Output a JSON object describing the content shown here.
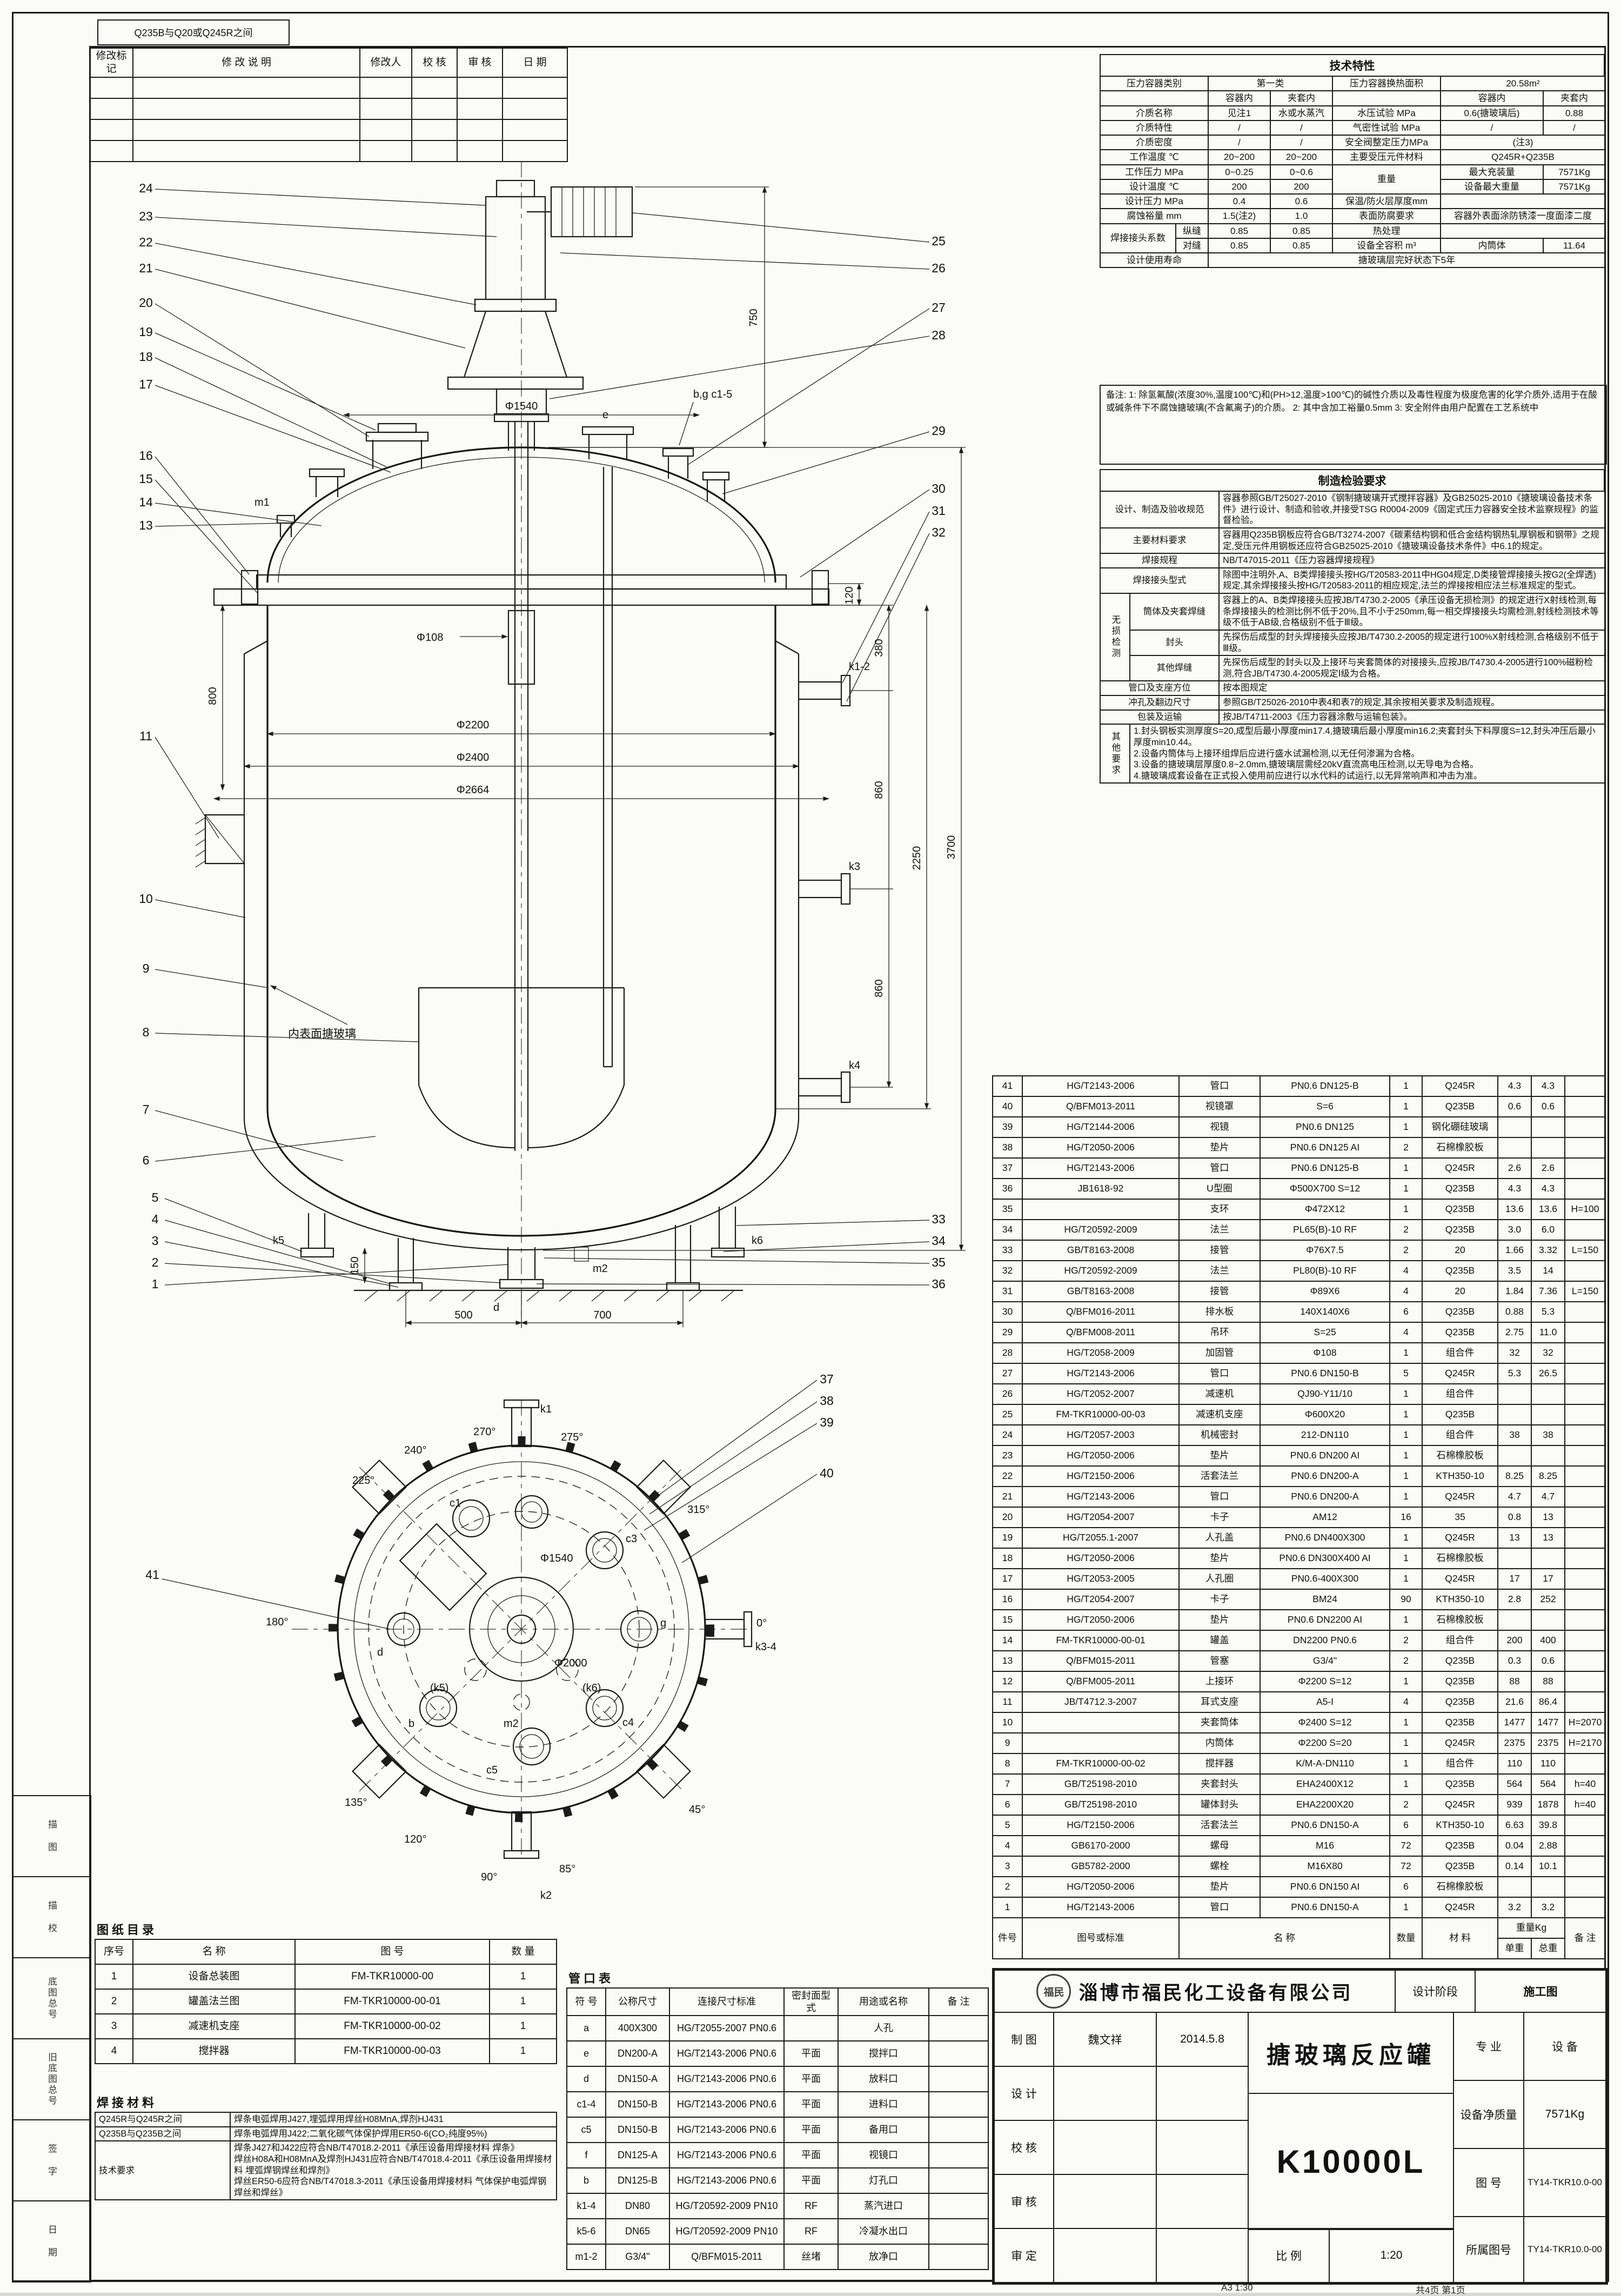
{
  "sheet": {
    "top_note": "Q235B与Q20或Q245R之间",
    "format_scale": "A3   1:30",
    "page_info": "共4页 第1页"
  },
  "revision": {
    "rows": [
      [
        "修改标记",
        "修   改   说   明",
        "修改人",
        "校 核",
        "审 核",
        "日 期"
      ],
      [
        "",
        "",
        "",
        "",
        "",
        ""
      ],
      [
        "",
        "",
        "",
        "",
        "",
        ""
      ],
      [
        "",
        "",
        "",
        "",
        "",
        ""
      ],
      [
        "",
        "",
        "",
        "",
        "",
        ""
      ]
    ]
  },
  "left_strip": [
    "描 图",
    "描 校",
    "底图总号",
    "旧底图总号",
    "签 字",
    "日 期"
  ],
  "param": {
    "title": "技术特性",
    "rows": [
      [
        {
          "t": "压力容器类别",
          "cs": 2
        },
        {
          "t": "第一类",
          "cs": 2
        },
        {
          "t": "压力容器换热面积"
        },
        {
          "t": "20.58m²",
          "cs": 2
        }
      ],
      [
        {
          "t": "",
          "cs": 2
        },
        {
          "t": "容器内"
        },
        {
          "t": "夹套内"
        },
        {
          "t": ""
        },
        {
          "t": "容器内"
        },
        {
          "t": "夹套内"
        }
      ],
      [
        {
          "t": "介质名称",
          "cs": 2
        },
        {
          "t": "见注1"
        },
        {
          "t": "水或水蒸汽"
        },
        {
          "t": "水压试验  MPa"
        },
        {
          "t": "0.6(搪玻璃后)"
        },
        {
          "t": "0.88"
        }
      ],
      [
        {
          "t": "介质特性",
          "cs": 2
        },
        {
          "t": "/"
        },
        {
          "t": "/"
        },
        {
          "t": "气密性试验 MPa"
        },
        {
          "t": "/"
        },
        {
          "t": "/"
        }
      ],
      [
        {
          "t": "介质密度",
          "cs": 2
        },
        {
          "t": "/"
        },
        {
          "t": "/"
        },
        {
          "t": "安全阀整定压力MPa"
        },
        {
          "t": "(注3)",
          "cs": 2
        }
      ],
      [
        {
          "t": "工作温度  ℃",
          "cs": 2
        },
        {
          "t": "20~200"
        },
        {
          "t": "20~200"
        },
        {
          "t": "主要受压元件材料"
        },
        {
          "t": "Q245R+Q235B",
          "cs": 2
        }
      ],
      [
        {
          "t": "工作压力 MPa",
          "cs": 2
        },
        {
          "t": "0~0.25"
        },
        {
          "t": "0~0.6"
        },
        {
          "t": "重量",
          "rs": 2
        },
        {
          "t": "最大充装量"
        },
        {
          "t": "7571Kg"
        }
      ],
      [
        {
          "t": "设计温度  ℃",
          "cs": 2
        },
        {
          "t": "200"
        },
        {
          "t": "200"
        },
        {
          "t": "设备最大重量"
        },
        {
          "t": "7571Kg"
        }
      ],
      [
        {
          "t": "设计压力 MPa",
          "cs": 2
        },
        {
          "t": "0.4"
        },
        {
          "t": "0.6"
        },
        {
          "t": "保温/防火层厚度mm"
        },
        {
          "t": "",
          "cs": 2
        }
      ],
      [
        {
          "t": "腐蚀裕量  mm",
          "cs": 2
        },
        {
          "t": "1.5(注2)"
        },
        {
          "t": "1.0"
        },
        {
          "t": "表面防腐要求"
        },
        {
          "t": "容器外表面涂防锈漆一度面漆二度",
          "cs": 2
        }
      ],
      [
        {
          "t": "焊接接头系数",
          "rs": 2
        },
        {
          "t": "纵缝"
        },
        {
          "t": "0.85"
        },
        {
          "t": "0.85"
        },
        {
          "t": "热处理"
        },
        {
          "t": "",
          "cs": 2
        }
      ],
      [
        {
          "t": "对缝"
        },
        {
          "t": "0.85"
        },
        {
          "t": "0.85"
        },
        {
          "t": "设备全容积 m³"
        },
        {
          "t": "内筒体"
        },
        {
          "t": "11.64"
        }
      ],
      [
        {
          "t": "设计使用寿命",
          "cs": 2
        },
        {
          "t": "搪玻璃层完好状态下5年",
          "cs": 5
        }
      ]
    ]
  },
  "remarks": {
    "text": "备注:  1: 除氢氟酸(浓度30%,温度100℃)和(PH>12,温度>100℃)的碱性介质以及毒性程度为极度危害的化学介质外,适用于在酸或碱条件下不腐蚀搪玻璃(不含氟离子)的介质。\n2: 其中含加工裕量0.5mm\n3: 安全附件由用户配置在工艺系统中"
  },
  "manufacture": {
    "title": "制造检验要求",
    "rows": [
      [
        {
          "t": "设计、制造及验收规范",
          "cs": 2,
          "cls": "lab"
        },
        {
          "t": "容器参照GB/T25027-2010《钢制搪玻璃开式搅拌容器》及GB25025-2010《搪玻璃设备技术条件》进行设计、制造和验收,并接受TSG R0004-2009《固定式压力容器安全技术监察规程》的监督检验。"
        }
      ],
      [
        {
          "t": "主要材料要求",
          "cs": 2,
          "cls": "lab"
        },
        {
          "t": "容器用Q235B钢板应符合GB/T3274-2007《碳素结构钢和低合金结构钢热轧厚钢板和钢带》之规定,受压元件用钢板还应符合GB25025-2010《搪玻璃设备技术条件》中6.1的规定。"
        }
      ],
      [
        {
          "t": "焊接规程",
          "cs": 2,
          "cls": "lab"
        },
        {
          "t": "NB/T47015-2011《压力容器焊接规程》"
        }
      ],
      [
        {
          "t": "焊接接头型式",
          "cs": 2,
          "cls": "lab"
        },
        {
          "t": "除图中注明外,A、B类焊接接头按HG/T20583-2011中HG04规定,D类接管焊接接头按G2(全焊透)规定,其余焊接接头按HG/T20583-2011的相应规定,法兰的焊接按相应法兰标准规定的型式。"
        }
      ],
      [
        {
          "t": "无损检测",
          "rs": 3,
          "cls": "vlab"
        },
        {
          "t": "筒体及夹套焊缝",
          "cls": "lab"
        },
        {
          "t": "容器上的A、B类焊接接头应按JB/T4730.2-2005《承压设备无损检测》的规定进行X射线检测,每条焊接接头的检测比例不低于20%,且不小于250mm,每一相交焊接接头均需检测,射线检测技术等级不低于AB级,合格级别不低于Ⅲ级。"
        }
      ],
      [
        {
          "t": "封头",
          "cls": "lab"
        },
        {
          "t": "先探伤后成型的封头焊接接头应按JB/T4730.2-2005的规定进行100%X射线检测,合格级别不低于Ⅲ级。"
        }
      ],
      [
        {
          "t": "其他焊缝",
          "cls": "lab"
        },
        {
          "t": "先探伤后成型的封头以及上接环与夹套筒体的对接接头,应按JB/T4730.4-2005进行100%磁粉检测,符合JB/T4730.4-2005规定Ⅰ级为合格。"
        }
      ],
      [
        {
          "t": "管口及支座方位",
          "cs": 2,
          "cls": "lab"
        },
        {
          "t": "按本图规定"
        }
      ],
      [
        {
          "t": "冲孔及翻边尺寸",
          "cs": 2,
          "cls": "lab"
        },
        {
          "t": "参照GB/T25026-2010中表4和表7的规定,其余按相关要求及制造规程。"
        }
      ],
      [
        {
          "t": "包装及运输",
          "cs": 2,
          "cls": "lab"
        },
        {
          "t": "按JB/T4711-2003《压力容器涂敷与运输包装》。"
        }
      ],
      [
        {
          "t": "其他要求",
          "cls": "vlab"
        },
        {
          "t": "1.封头钢板实测厚度S=20,成型后最小厚度min17.4,搪玻璃后最小厚度min16.2;夹套封头下料厚度S=12,封头冲压后最小厚度min10.44。\n2.设备内筒体与上接环组焊后应进行盛水试漏检测,以无任何渗漏为合格。\n3.设备的搪玻璃层厚度0.8~2.0mm,搪玻璃层需经20kV直流高电压检测,以无导电为合格。\n4.搪玻璃成套设备在正式投入使用前应进行以水代料的试运行,以无异常响声和冲击为准。",
          "cs": 2
        }
      ]
    ]
  },
  "bom": {
    "rows": [
      [
        "41",
        "HG/T2143-2006",
        "管口",
        "PN0.6 DN125-B",
        "1",
        "Q245R",
        "4.3",
        "4.3",
        ""
      ],
      [
        "40",
        "Q/BFM013-2011",
        "视镜罩",
        "S=6",
        "1",
        "Q235B",
        "0.6",
        "0.6",
        ""
      ],
      [
        "39",
        "HG/T2144-2006",
        "视镜",
        "PN0.6 DN125",
        "1",
        "钢化硼硅玻璃",
        "",
        "",
        ""
      ],
      [
        "38",
        "HG/T2050-2006",
        "垫片",
        "PN0.6 DN125 AI",
        "2",
        "石棉橡胶板",
        "",
        "",
        ""
      ],
      [
        "37",
        "HG/T2143-2006",
        "管口",
        "PN0.6 DN125-B",
        "1",
        "Q245R",
        "2.6",
        "2.6",
        ""
      ],
      [
        "36",
        "JB1618-92",
        "U型圈",
        "Φ500X700 S=12",
        "1",
        "Q235B",
        "4.3",
        "4.3",
        ""
      ],
      [
        "35",
        "",
        "支环",
        "Φ472X12",
        "1",
        "Q235B",
        "13.6",
        "13.6",
        "H=100"
      ],
      [
        "34",
        "HG/T20592-2009",
        "法兰",
        "PL65(B)-10 RF",
        "2",
        "Q235B",
        "3.0",
        "6.0",
        ""
      ],
      [
        "33",
        "GB/T8163-2008",
        "接管",
        "Φ76X7.5",
        "2",
        "20",
        "1.66",
        "3.32",
        "L=150"
      ],
      [
        "32",
        "HG/T20592-2009",
        "法兰",
        "PL80(B)-10 RF",
        "4",
        "Q235B",
        "3.5",
        "14",
        ""
      ],
      [
        "31",
        "GB/T8163-2008",
        "接管",
        "Φ89X6",
        "4",
        "20",
        "1.84",
        "7.36",
        "L=150"
      ],
      [
        "30",
        "Q/BFM016-2011",
        "排水板",
        "140X140X6",
        "6",
        "Q235B",
        "0.88",
        "5.3",
        ""
      ],
      [
        "29",
        "Q/BFM008-2011",
        "吊环",
        "S=25",
        "4",
        "Q235B",
        "2.75",
        "11.0",
        ""
      ],
      [
        "28",
        "HG/T2058-2009",
        "加固管",
        "Φ108",
        "1",
        "组合件",
        "32",
        "32",
        ""
      ],
      [
        "27",
        "HG/T2143-2006",
        "管口",
        "PN0.6 DN150-B",
        "5",
        "Q245R",
        "5.3",
        "26.5",
        ""
      ],
      [
        "26",
        "HG/T2052-2007",
        "减速机",
        "QJ90-Y11/10",
        "1",
        "组合件",
        "",
        "",
        ""
      ],
      [
        "25",
        "FM-TKR10000-00-03",
        "减速机支座",
        "Φ600X20",
        "1",
        "Q235B",
        "",
        "",
        ""
      ],
      [
        "24",
        "HG/T2057-2003",
        "机械密封",
        "212-DN110",
        "1",
        "组合件",
        "38",
        "38",
        ""
      ],
      [
        "23",
        "HG/T2050-2006",
        "垫片",
        "PN0.6 DN200 AI",
        "1",
        "石棉橡胶板",
        "",
        "",
        ""
      ],
      [
        "22",
        "HG/T2150-2006",
        "活套法兰",
        "PN0.6 DN200-A",
        "1",
        "KTH350-10",
        "8.25",
        "8.25",
        ""
      ],
      [
        "21",
        "HG/T2143-2006",
        "管口",
        "PN0.6 DN200-A",
        "1",
        "Q245R",
        "4.7",
        "4.7",
        ""
      ],
      [
        "20",
        "HG/T2054-2007",
        "卡子",
        "AM12",
        "16",
        "35",
        "0.8",
        "13",
        ""
      ],
      [
        "19",
        "HG/T2055.1-2007",
        "人孔盖",
        "PN0.6 DN400X300",
        "1",
        "Q245R",
        "13",
        "13",
        ""
      ],
      [
        "18",
        "HG/T2050-2006",
        "垫片",
        "PN0.6 DN300X400 AI",
        "1",
        "石棉橡胶板",
        "",
        "",
        ""
      ],
      [
        "17",
        "HG/T2053-2005",
        "人孔圈",
        "PN0.6-400X300",
        "1",
        "Q245R",
        "17",
        "17",
        ""
      ],
      [
        "16",
        "HG/T2054-2007",
        "卡子",
        "BM24",
        "90",
        "KTH350-10",
        "2.8",
        "252",
        ""
      ],
      [
        "15",
        "HG/T2050-2006",
        "垫片",
        "PN0.6 DN2200 AI",
        "1",
        "石棉橡胶板",
        "",
        "",
        ""
      ],
      [
        "14",
        "FM-TKR10000-00-01",
        "罐盖",
        "DN2200 PN0.6",
        "2",
        "组合件",
        "200",
        "400",
        ""
      ],
      [
        "13",
        "Q/BFM015-2011",
        "管塞",
        "G3/4\"",
        "2",
        "Q235B",
        "0.3",
        "0.6",
        ""
      ],
      [
        "12",
        "Q/BFM005-2011",
        "上接环",
        "Φ2200 S=12",
        "1",
        "Q235B",
        "88",
        "88",
        ""
      ],
      [
        "11",
        "JB/T4712.3-2007",
        "耳式支座",
        "A5-I",
        "4",
        "Q235B",
        "21.6",
        "86.4",
        ""
      ],
      [
        "10",
        "",
        "夹套筒体",
        "Φ2400 S=12",
        "1",
        "Q235B",
        "1477",
        "1477",
        "H=2070"
      ],
      [
        "9",
        "",
        "内筒体",
        "Φ2200 S=20",
        "1",
        "Q245R",
        "2375",
        "2375",
        "H=2170"
      ],
      [
        "8",
        "FM-TKR10000-00-02",
        "搅拌器",
        "K/M-A-DN110",
        "1",
        "组合件",
        "110",
        "110",
        ""
      ],
      [
        "7",
        "GB/T25198-2010",
        "夹套封头",
        "EHA2400X12",
        "1",
        "Q235B",
        "564",
        "564",
        "h=40"
      ],
      [
        "6",
        "GB/T25198-2010",
        "罐体封头",
        "EHA2200X20",
        "2",
        "Q245R",
        "939",
        "1878",
        "h=40"
      ],
      [
        "5",
        "HG/T2150-2006",
        "活套法兰",
        "PN0.6 DN150-A",
        "6",
        "KTH350-10",
        "6.63",
        "39.8",
        ""
      ],
      [
        "4",
        "GB6170-2000",
        "螺母",
        "M16",
        "72",
        "Q235B",
        "0.04",
        "2.88",
        ""
      ],
      [
        "3",
        "GB5782-2000",
        "螺栓",
        "M16X80",
        "72",
        "Q235B",
        "0.14",
        "10.1",
        ""
      ],
      [
        "2",
        "HG/T2050-2006",
        "垫片",
        "PN0.6 DN150 AI",
        "6",
        "石棉橡胶板",
        "",
        "",
        ""
      ],
      [
        "1",
        "HG/T2143-2006",
        "管口",
        "PN0.6 DN150-A",
        "1",
        "Q245R",
        "3.2",
        "3.2",
        ""
      ]
    ],
    "footer": [
      [
        {
          "t": "件号",
          "rs": 2
        },
        {
          "t": "图号或标准",
          "rs": 2
        },
        {
          "t": "名     称",
          "rs": 2,
          "cs": 2
        },
        {
          "t": "数量",
          "rs": 2
        },
        {
          "t": "材  料",
          "rs": 2
        },
        {
          "t": "重量Kg",
          "cs": 2
        },
        {
          "t": "备 注",
          "rs": 2
        }
      ],
      [
        {
          "t": "单重"
        },
        {
          "t": "总重"
        }
      ]
    ]
  },
  "catalog": {
    "title": "图纸目录",
    "rows": [
      [
        "序号",
        "名     称",
        "图     号",
        "数 量"
      ],
      [
        "1",
        "设备总装图",
        "FM-TKR10000-00",
        "1"
      ],
      [
        "2",
        "罐盖法兰图",
        "FM-TKR10000-00-01",
        "1"
      ],
      [
        "3",
        "减速机支座",
        "FM-TKR10000-00-02",
        "1"
      ],
      [
        "4",
        "搅拌器",
        "FM-TKR10000-00-03",
        "1"
      ]
    ]
  },
  "welding": {
    "title": "焊接材料",
    "rows": [
      [
        {
          "t": "Q245R与Q245R之间",
          "cls": "lab"
        },
        {
          "t": "焊条电弧焊用J427,埋弧焊用焊丝H08MnA,焊剂HJ431"
        }
      ],
      [
        {
          "t": "Q235B与Q235B之间",
          "cls": "lab"
        },
        {
          "t": "焊条电弧焊用J422;二氧化碳气体保护焊用ER50-6(CO₂纯度95%)"
        }
      ],
      [
        {
          "t": "技术要求",
          "cls": "lab"
        },
        {
          "t": "焊条J427和J422应符合NB/T47018.2-2011《承压设备用焊接材料 焊条》\n焊丝H08A和H08MnA及焊剂HJ431应符合NB/T47018.4-2011《承压设备用焊接材料 埋弧焊钢焊丝和焊剂》\n焊丝ER50-6应符合NB/T47018.3-2011《承压设备用焊接材料 气体保护电弧焊钢焊丝和焊丝》"
        }
      ]
    ]
  },
  "nozzle_table": {
    "title": "管口表",
    "rows": [
      [
        "符 号",
        "公称尺寸",
        "连接尺寸标准",
        "密封面型式",
        "用途或名称",
        "备 注"
      ],
      [
        "a",
        "400X300",
        "HG/T2055-2007  PN0.6",
        "",
        "人孔",
        ""
      ],
      [
        "e",
        "DN200-A",
        "HG/T2143-2006  PN0.6",
        "平面",
        "搅拌口",
        ""
      ],
      [
        "d",
        "DN150-A",
        "HG/T2143-2006  PN0.6",
        "平面",
        "放料口",
        ""
      ],
      [
        "c1-4",
        "DN150-B",
        "HG/T2143-2006  PN0.6",
        "平面",
        "进料口",
        ""
      ],
      [
        "c5",
        "DN150-B",
        "HG/T2143-2006  PN0.6",
        "平面",
        "备用口",
        ""
      ],
      [
        "f",
        "DN125-A",
        "HG/T2143-2006  PN0.6",
        "平面",
        "视镜口",
        ""
      ],
      [
        "b",
        "DN125-B",
        "HG/T2143-2006  PN0.6",
        "平面",
        "灯孔口",
        ""
      ],
      [
        "k1-4",
        "DN80",
        "HG/T20592-2009  PN10",
        "RF",
        "蒸汽进口",
        ""
      ],
      [
        "k5-6",
        "DN65",
        "HG/T20592-2009  PN10",
        "RF",
        "冷凝水出口",
        ""
      ],
      [
        "m1-2",
        "G3/4\"",
        "Q/BFM015-2011",
        "丝堵",
        "放净口",
        ""
      ]
    ]
  },
  "title_block": {
    "company": "淄博市福民化工设备有限公司",
    "logo_text": "福民",
    "stage_label": "设计阶段",
    "stage": "施工图",
    "roles": [
      [
        "制 图",
        "魏文祥",
        "2014.5.8"
      ],
      [
        "设 计",
        "",
        ""
      ],
      [
        "校 核",
        "",
        ""
      ],
      [
        "审 核",
        "",
        ""
      ],
      [
        "审 定",
        "",
        ""
      ]
    ],
    "scale_label": "比 例",
    "scale": "1:20",
    "product": "搪玻璃反应罐",
    "model": "K10000L",
    "right_rows": [
      [
        "专  业",
        "设  备"
      ],
      [
        "设备净质量",
        "7571Kg"
      ],
      [
        "图  号",
        "TY14-TKR10.0-00"
      ],
      [
        "所属图号",
        "TY14-TKR10.0-00"
      ]
    ]
  },
  "drawing": {
    "balloons": [
      "1",
      "2",
      "3",
      "4",
      "5",
      "6",
      "7",
      "8",
      "9",
      "10",
      "11",
      "12",
      "13",
      "14",
      "15",
      "16",
      "17",
      "18",
      "19",
      "20",
      "21",
      "22",
      "23",
      "24",
      "25",
      "26",
      "27",
      "28",
      "29",
      "30",
      "31",
      "32",
      "33",
      "34",
      "35",
      "36",
      "37",
      "38",
      "39",
      "40",
      "41"
    ],
    "elev": {
      "phi1540": "Φ1540",
      "phi108": "Φ108",
      "phi2200": "Φ2200",
      "phi2400": "Φ2400",
      "phi2664": "Φ2664",
      "h3700": "3700",
      "h2250": "2250",
      "h860a": "860",
      "h860b": "860",
      "h380": "380",
      "h750": "750",
      "h800": "800",
      "h120": "120",
      "h150": "150",
      "w500": "500",
      "w700": "700",
      "m1": "m1",
      "m2": "m2",
      "e": "e",
      "d": "d",
      "k12": "k1-2",
      "k3": "k3",
      "k4": "k4",
      "k5": "k5",
      "k6": "k6",
      "bg": "b,g c1-5",
      "glass_note": "内表面搪玻璃"
    },
    "plan": {
      "a0": "0°",
      "a45": "45°",
      "a85": "85°",
      "a90": "90°",
      "a120": "120°",
      "a135": "135°",
      "a180": "180°",
      "a225": "225°",
      "a240": "240°",
      "a270": "270°",
      "a275": "275°",
      "a315": "315°",
      "c1": "c1",
      "c3": "c3",
      "c4": "c4",
      "c5": "c5",
      "b": "b",
      "g": "g",
      "d": "d",
      "k5": "(k5)",
      "k6": "(k6)",
      "m2": "m2",
      "k1": "k1",
      "k2": "k2",
      "k34": "k3-4",
      "phi2000": "Φ2000",
      "phi1540": "Φ1540"
    }
  }
}
